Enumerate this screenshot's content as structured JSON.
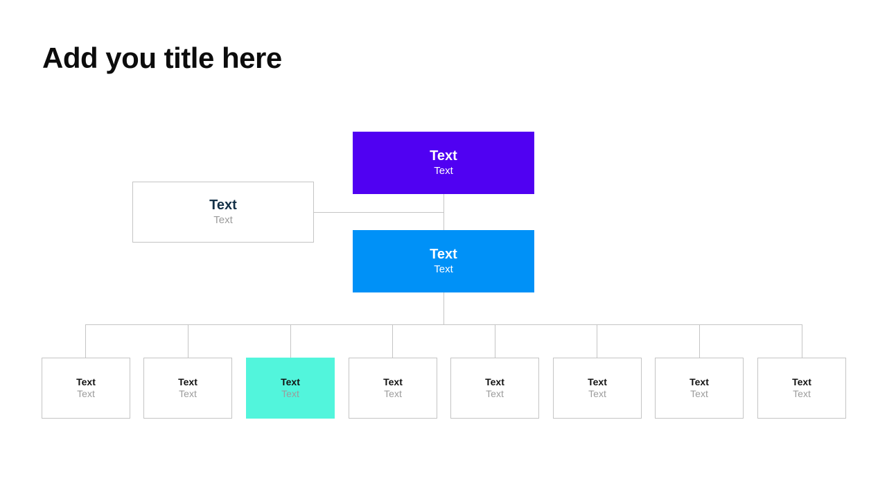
{
  "slide": {
    "title": "Add you title here",
    "background_color": "#FFFFFF"
  },
  "palette": {
    "root_fill": "#5001F2",
    "second_fill": "#0091F7",
    "highlight_fill": "#52F5DC",
    "box_border": "#C4C4C4",
    "connector": "#C4C4C4",
    "title_color": "#0C0C0C",
    "navy_text": "#133047",
    "muted_text": "#9B9B9B",
    "dark_text": "#121212",
    "white_text": "#FFFFFF"
  },
  "chart_data": {
    "type": "diagram",
    "diagram_type": "organizational-chart",
    "title": "Add you title here",
    "levels": 3,
    "nodes": [
      {
        "id": "root",
        "level": 1,
        "title": "Text",
        "subtitle": "Text",
        "fill": "#5001F2",
        "text_color": "#FFFFFF"
      },
      {
        "id": "lateral",
        "level": 2,
        "title": "Text",
        "subtitle": "Text",
        "fill": "#FFFFFF",
        "text_color": "#133047"
      },
      {
        "id": "second",
        "level": 2,
        "title": "Text",
        "subtitle": "Text",
        "fill": "#0091F7",
        "text_color": "#FFFFFF"
      },
      {
        "id": "leaf-1",
        "level": 3,
        "title": "Text",
        "subtitle": "Text",
        "fill": "#FFFFFF",
        "text_color": "#121212"
      },
      {
        "id": "leaf-2",
        "level": 3,
        "title": "Text",
        "subtitle": "Text",
        "fill": "#FFFFFF",
        "text_color": "#121212"
      },
      {
        "id": "leaf-3",
        "level": 3,
        "title": "Text",
        "subtitle": "Text",
        "fill": "#52F5DC",
        "text_color": "#121212"
      },
      {
        "id": "leaf-4",
        "level": 3,
        "title": "Text",
        "subtitle": "Text",
        "fill": "#FFFFFF",
        "text_color": "#121212"
      },
      {
        "id": "leaf-5",
        "level": 3,
        "title": "Text",
        "subtitle": "Text",
        "fill": "#FFFFFF",
        "text_color": "#121212"
      },
      {
        "id": "leaf-6",
        "level": 3,
        "title": "Text",
        "subtitle": "Text",
        "fill": "#FFFFFF",
        "text_color": "#121212"
      },
      {
        "id": "leaf-7",
        "level": 3,
        "title": "Text",
        "subtitle": "Text",
        "fill": "#FFFFFF",
        "text_color": "#121212"
      },
      {
        "id": "leaf-8",
        "level": 3,
        "title": "Text",
        "subtitle": "Text",
        "fill": "#FFFFFF",
        "text_color": "#121212"
      }
    ],
    "edges": [
      {
        "from": "root",
        "to": "second"
      },
      {
        "from": "root",
        "to": "lateral"
      },
      {
        "from": "second",
        "to": "leaf-1"
      },
      {
        "from": "second",
        "to": "leaf-2"
      },
      {
        "from": "second",
        "to": "leaf-3"
      },
      {
        "from": "second",
        "to": "leaf-4"
      },
      {
        "from": "second",
        "to": "leaf-5"
      },
      {
        "from": "second",
        "to": "leaf-6"
      },
      {
        "from": "second",
        "to": "leaf-7"
      },
      {
        "from": "second",
        "to": "leaf-8"
      }
    ],
    "leaf_count": 8,
    "highlighted_leaf_index": 3
  },
  "nodes": {
    "root": {
      "title": "Text",
      "subtitle": "Text"
    },
    "lateral": {
      "title": "Text",
      "subtitle": "Text"
    },
    "second": {
      "title": "Text",
      "subtitle": "Text"
    }
  },
  "leaves": [
    {
      "title": "Text",
      "subtitle": "Text"
    },
    {
      "title": "Text",
      "subtitle": "Text"
    },
    {
      "title": "Text",
      "subtitle": "Text"
    },
    {
      "title": "Text",
      "subtitle": "Text"
    },
    {
      "title": "Text",
      "subtitle": "Text"
    },
    {
      "title": "Text",
      "subtitle": "Text"
    },
    {
      "title": "Text",
      "subtitle": "Text"
    },
    {
      "title": "Text",
      "subtitle": "Text"
    }
  ]
}
